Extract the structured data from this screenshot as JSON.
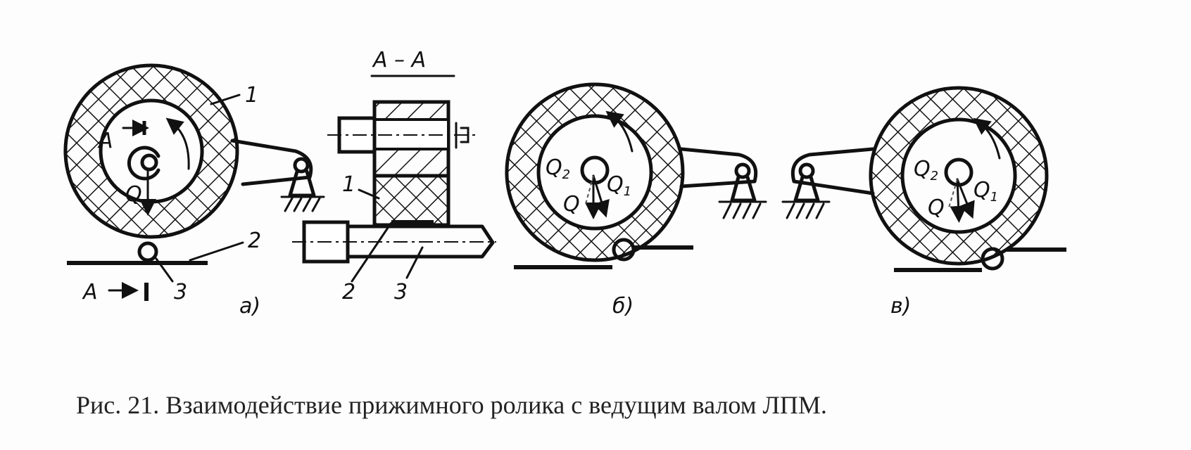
{
  "figure": {
    "section_label": "A – A",
    "section_mark": "A",
    "part_labels": {
      "roller": "1",
      "tape": "2",
      "capstan": "3"
    },
    "force_labels": {
      "q": "Q",
      "q1": "Q",
      "q1_sub": "1",
      "q2": "Q",
      "q2_sub": "2"
    },
    "panels": [
      {
        "label": "а)"
      },
      {
        "label": "б)"
      },
      {
        "label": "в)"
      }
    ],
    "caption": "Рис. 21. Взаимодействие прижимного ролика с ведущим валом ЛПМ."
  }
}
